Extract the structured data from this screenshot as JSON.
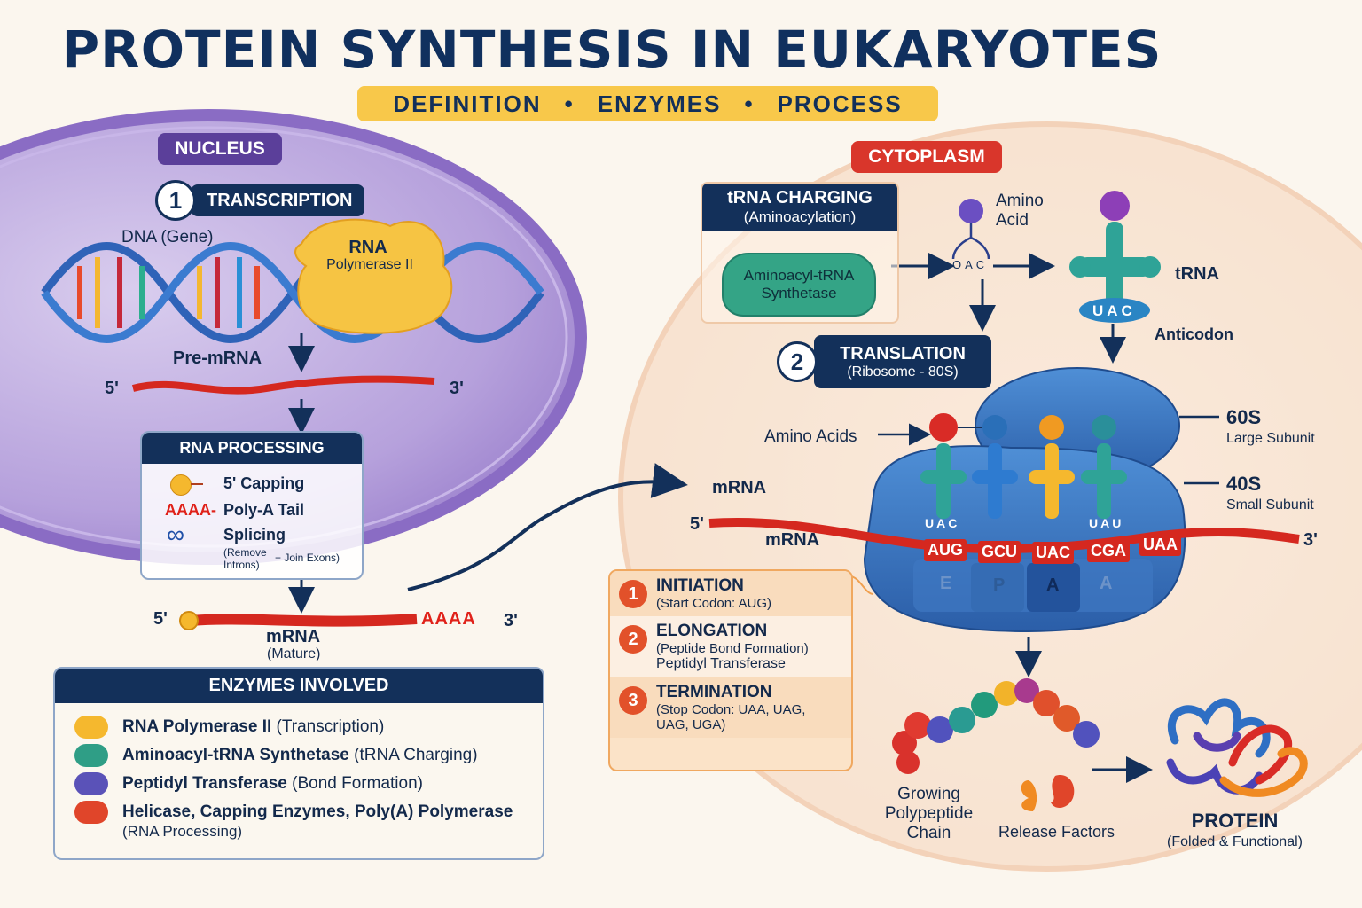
{
  "header": {
    "title": "PROTEIN SYNTHESIS IN EUKARYOTES",
    "subtitle_items": [
      "DEFINITION",
      "ENZYMES",
      "PROCESS"
    ],
    "separator": "•"
  },
  "colors": {
    "navy": "#13305a",
    "nucleus": "#7c5fb4",
    "cytoplasm_label": "#d9362b",
    "subtitle_bg": "#f8c84a",
    "mrna_red": "#d5281f",
    "step_orange": "#e2512a"
  },
  "nucleus": {
    "label": "NUCLEUS",
    "transcription": {
      "number": "1",
      "label": "TRANSCRIPTION"
    },
    "dna_label": "DNA (Gene)",
    "polymerase_label_line1": "RNA",
    "polymerase_label_line2": "Polymerase II",
    "pre_mrna": {
      "label": "Pre-mRNA",
      "five_prime": "5'",
      "three_prime": "3'"
    },
    "rna_processing": {
      "title": "RNA PROCESSING",
      "items": [
        {
          "icon": "cap-icon",
          "symbol": "",
          "label": "5' Capping"
        },
        {
          "icon": "polya-icon",
          "symbol": "AAAA-",
          "label": "Poly-A Tail"
        },
        {
          "icon": "splicing-loop-icon",
          "symbol": "",
          "label": "Splicing",
          "detail_a": "(Remove",
          "detail_b": "+ Join Exons)",
          "detail_c": "Introns)"
        }
      ]
    },
    "mature_mrna": {
      "five_prime": "5'",
      "tail": "AAAA",
      "three_prime": "3'",
      "label": "mRNA",
      "sublabel": "(Mature)"
    }
  },
  "enzymes": {
    "title": "ENZYMES INVOLVED",
    "items": [
      {
        "name": "RNA Polymerase II",
        "role": "(Transcription)",
        "color": "#f5b82e"
      },
      {
        "name": "Aminoacyl-tRNA Synthetase",
        "role": "(tRNA Charging)",
        "color": "#2f9e86"
      },
      {
        "name": "Peptidyl Transferase",
        "role": "(Bond Formation)",
        "color": "#5a52b8"
      },
      {
        "name": "Helicase, Capping Enzymes, Poly(A) Polymerase",
        "role": "(RNA Processing)",
        "color": "#e0452a"
      }
    ]
  },
  "cytoplasm": {
    "label": "CYTOPLASM",
    "trna_charging": {
      "title": "tRNA CHARGING",
      "subtitle": "(Aminoacylation)",
      "enzyme_line1": "Aminoacyl-tRNA",
      "enzyme_line2": "Synthetase"
    },
    "amino_acid_label_1": "Amino",
    "amino_acid_label_2": "Acid",
    "intermediate_code": "OAC",
    "trna_label": "tRNA",
    "anticodon_seq": "UAC",
    "anticodon_label": "Anticodon",
    "translation": {
      "number": "2",
      "label": "TRANSLATION",
      "sublabel": "(Ribosome - 80S)"
    }
  },
  "ribosome": {
    "amino_acids_label": "Amino Acids",
    "large_subunit": {
      "name": "60S",
      "desc": "Large Subunit"
    },
    "small_subunit": {
      "name": "40S",
      "desc": "Small Subunit"
    },
    "mrna_label_top": "mRNA",
    "mrna_label_bottom": "mRNA",
    "five_prime": "5'",
    "three_prime": "3'",
    "codons": [
      "AUG",
      "GCU",
      "UAC",
      "CGA",
      "UAA"
    ],
    "anticodons": [
      "UAC",
      "",
      "",
      "UAU"
    ],
    "sites": [
      "E",
      "P",
      "A",
      "A"
    ]
  },
  "stages": [
    {
      "number": "1",
      "title": "INITIATION",
      "lines": [
        "(Start Codon: AUG)"
      ]
    },
    {
      "number": "2",
      "title": "ELONGATION",
      "lines": [
        "(Peptide Bond Formation)",
        "Peptidyl Transferase"
      ]
    },
    {
      "number": "3",
      "title": "TERMINATION",
      "lines": [
        "(Stop Codon: UAA, UAG,",
        "UAG, UGA)"
      ]
    }
  ],
  "products": {
    "chain_line1": "Growing",
    "chain_line2": "Polypeptide",
    "chain_line3": "Chain",
    "release_factors": "Release Factors",
    "protein": "PROTEIN",
    "protein_sub": "(Folded & Functional)"
  }
}
